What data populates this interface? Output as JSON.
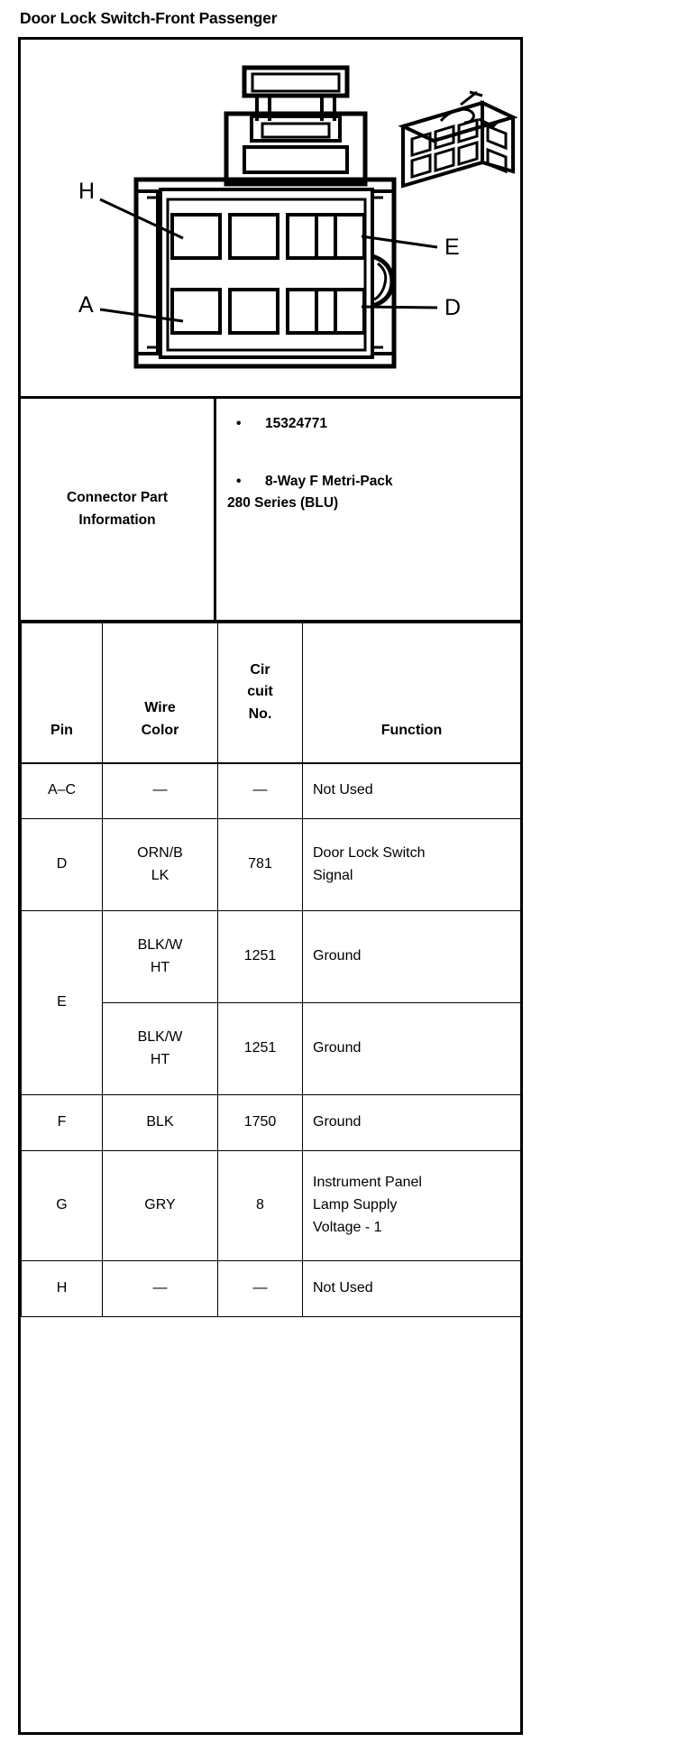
{
  "document": {
    "title": "Door Lock Switch-Front Passenger"
  },
  "diagram": {
    "name": "connector-face-view",
    "description": "8-way female connector front view with locking tab, plus isometric view",
    "callouts": [
      {
        "id": "H",
        "label": "H",
        "position": "upper-left"
      },
      {
        "id": "E",
        "label": "E",
        "position": "upper-right"
      },
      {
        "id": "A",
        "label": "A",
        "position": "lower-left"
      },
      {
        "id": "D",
        "label": "D",
        "position": "lower-right"
      }
    ],
    "cavity_rows": 2,
    "cavity_columns": 4,
    "line_color": "#000000",
    "fill_color": "#ffffff"
  },
  "connector_part_information": {
    "label_line1": "Connector Part",
    "label_line2": "Information",
    "bullet_marker": "•",
    "items": [
      {
        "text": "15324771"
      },
      {
        "text": "8-Way F Metri-Pack",
        "continuation": "280 Series (BLU)"
      }
    ]
  },
  "pin_table": {
    "headers": {
      "pin": "Pin",
      "wire_color_line1": "Wire",
      "wire_color_line2": "Color",
      "circuit_line1": "Cir",
      "circuit_line2": "cuit",
      "circuit_line3": "No.",
      "function": "Function"
    },
    "rows": [
      {
        "pin": "A–C",
        "wire_line1": "—",
        "wire_line2": "",
        "circuit": "—",
        "fn_line1": "Not Used",
        "fn_line2": "",
        "fn_line3": ""
      },
      {
        "pin": "D",
        "wire_line1": "ORN/B",
        "wire_line2": "LK",
        "circuit": "781",
        "fn_line1": "Door Lock Switch",
        "fn_line2": "Signal",
        "fn_line3": ""
      },
      {
        "pin": "E",
        "wire_line1": "BLK/W",
        "wire_line2": "HT",
        "circuit": "1251",
        "fn_line1": "Ground",
        "fn_line2": "",
        "fn_line3": ""
      },
      {
        "pin": "",
        "wire_line1": "BLK/W",
        "wire_line2": "HT",
        "circuit": "1251",
        "fn_line1": "Ground",
        "fn_line2": "",
        "fn_line3": ""
      },
      {
        "pin": "F",
        "wire_line1": "BLK",
        "wire_line2": "",
        "circuit": "1750",
        "fn_line1": "Ground",
        "fn_line2": "",
        "fn_line3": ""
      },
      {
        "pin": "G",
        "wire_line1": "GRY",
        "wire_line2": "",
        "circuit": "8",
        "fn_line1": "Instrument Panel",
        "fn_line2": "Lamp Supply",
        "fn_line3": "Voltage - 1"
      },
      {
        "pin": "H",
        "wire_line1": "—",
        "wire_line2": "",
        "circuit": "—",
        "fn_line1": "Not Used",
        "fn_line2": "",
        "fn_line3": ""
      }
    ]
  }
}
